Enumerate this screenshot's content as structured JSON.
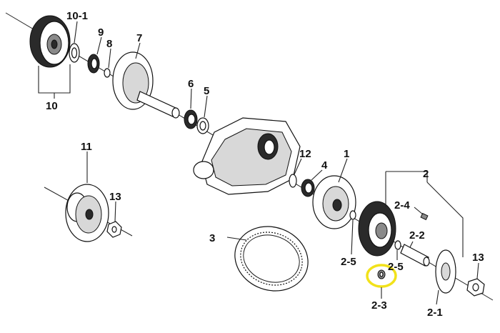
{
  "labels": {
    "p10_1": "10-1",
    "p9": "9",
    "p8": "8",
    "p7": "7",
    "p10": "10",
    "p6": "6",
    "p5": "5",
    "p11": "11",
    "p13a": "13",
    "p12": "12",
    "p4": "4",
    "p1": "1",
    "p2": "2",
    "p2_4": "2-4",
    "p2_2": "2-2",
    "p3": "3",
    "p2_5a": "2-5",
    "p2_5b": "2-5",
    "p13b": "13",
    "p2_3": "2-3",
    "p2_1": "2-1"
  },
  "highlight": {
    "color": "#f2e21a",
    "target": "2-3"
  }
}
